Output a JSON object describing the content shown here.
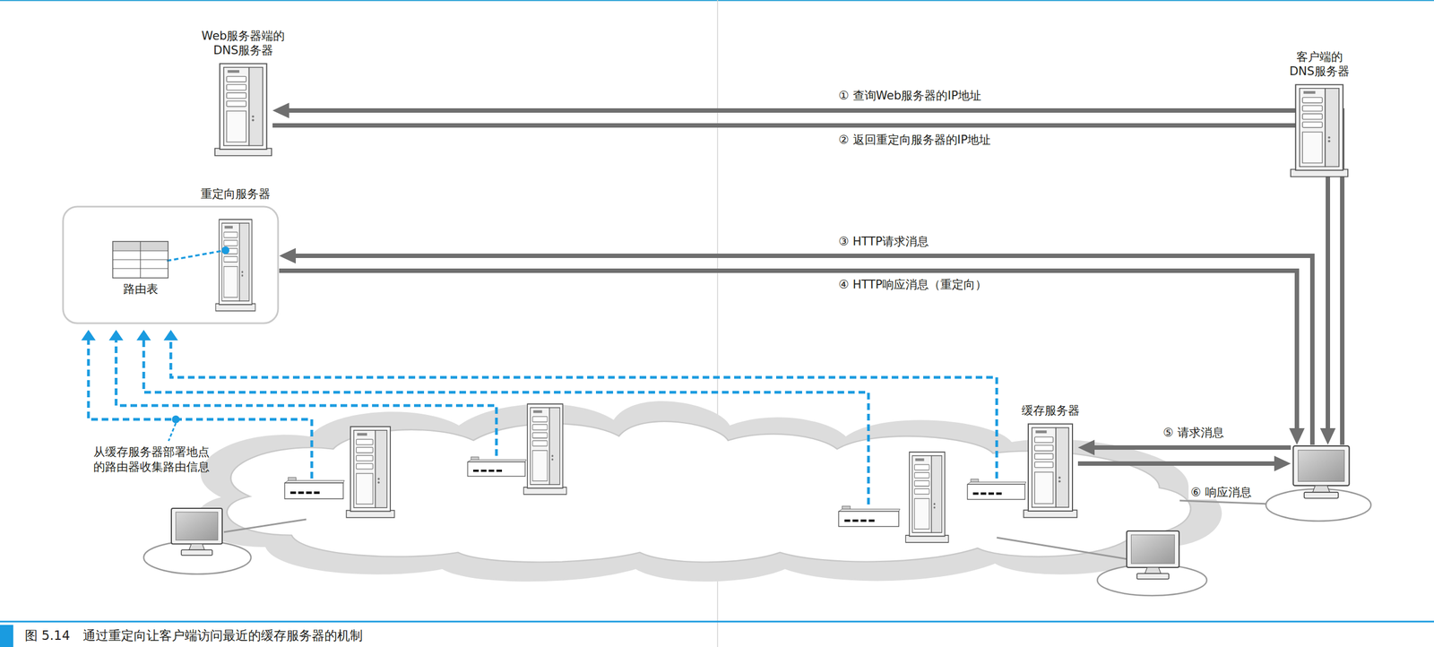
{
  "diagram": {
    "caption": "图 5.14　通过重定向让客户端访问最近的缓存服务器的机制",
    "nodes": [
      {
        "text": [
          "Web服务器端的 DNS服务器"
        ]
      },
      {
        "text": [
          "客户端的 DNS服务器"
        ]
      },
      {
        "text": [
          "重定向服务器"
        ]
      },
      {
        "text": [
          "路由表"
        ],
        "in": 2
      },
      {
        "text": [
          "缓存服务器"
        ]
      },
      {
        "text": []
      }
    ],
    "edges": [
      {
        "from": 5,
        "to": 0,
        "arrow": "to",
        "label": "① 查询Web服务器的IP地址"
      },
      {
        "from": 0,
        "to": 5,
        "arrow": "to",
        "label": "② 返回重定向服务器的IP地址"
      },
      {
        "from": 5,
        "to": 2,
        "arrow": "to",
        "label": "③ HTTP请求消息"
      },
      {
        "from": 2,
        "to": 5,
        "arrow": "to",
        "label": "④ HTTP响应消息（重定向）"
      },
      {
        "from": 5,
        "to": 4,
        "arrow": "to",
        "label": "⑤ 请求消息"
      },
      {
        "from": 4,
        "to": 5,
        "arrow": "to",
        "label": "⑥ 响应消息"
      }
    ],
    "labels": [
      "从缓存服务器部署地点 的路由器收集路由信息"
    ]
  }
}
